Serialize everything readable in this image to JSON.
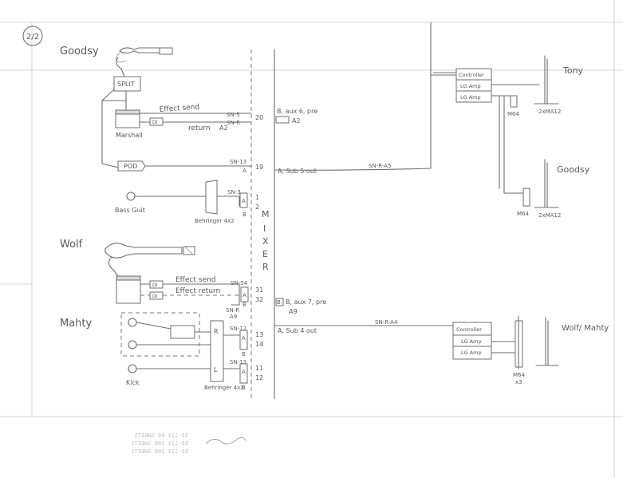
{
  "sheet": {
    "page_mark": "2/2",
    "bleed_through": [
      "55-121 60 SHEETS",
      "55-121 100 SHEETS",
      "55-121 200 SHEETS"
    ]
  },
  "mixer": {
    "letters": [
      "M",
      "I",
      "X",
      "E",
      "R"
    ],
    "channels": [
      {
        "number": "20",
        "snake": "SN-5",
        "snake_line2": "SN-R",
        "note": "A2"
      },
      {
        "number": "19",
        "snake": "SN-13",
        "tag": "A"
      },
      {
        "number": "1",
        "snake": "SN-3",
        "tag": "A"
      },
      {
        "number": "2",
        "tag": "B"
      },
      {
        "number": "31",
        "snake": "SN-S4",
        "tag": "A"
      },
      {
        "number": "32",
        "tag": "B"
      },
      {
        "number": "13",
        "snake": "SN-12",
        "tag": "A"
      },
      {
        "number": "14",
        "tag": "B"
      },
      {
        "number": "11",
        "snake": "SN-13",
        "tag": "A"
      },
      {
        "number": "12",
        "tag": "B"
      }
    ],
    "returns": {
      "sn_r": "SN-R",
      "a9": "A9"
    }
  },
  "musicians": {
    "goodsy": {
      "name": "Goodsy",
      "split": "SPLIT",
      "amp": "Marshall",
      "pod": "POD",
      "di": "DI",
      "effect_send": "Effect send",
      "return": "return",
      "return_tag": "A2",
      "aux_line": "B, aux 6, pre",
      "aux_tag": "A2",
      "sub_out": "A, Sub 5 out",
      "snake_out": "SN-R-A5"
    },
    "bass": {
      "bass_label": "Bass Guit",
      "di_box": "Behringer 4x2"
    },
    "wolf": {
      "name": "Wolf",
      "di": "DI",
      "effect_send": "Effect send",
      "effect_return": "Effect return",
      "aux_line": "B, aux 7, pre",
      "aux_tag": "A9",
      "sub_out": "A, Sub 4 out",
      "snake_out": "SN-R-A4"
    },
    "mahty": {
      "name": "Mahty",
      "kick": "Kick",
      "di_box": "Behringer 4x2",
      "ch_r": "R",
      "ch_l": "L"
    }
  },
  "monitors": {
    "top_rack": {
      "controller": "Controller",
      "amp1": "LG Amp",
      "amp2": "LG Amp",
      "m64": "M64",
      "speaker_label": "2xMA12",
      "person1": "Tony",
      "person2": "Goodsy",
      "m64b": "M64",
      "speaker_label2": "2xMA12"
    },
    "bottom_rack": {
      "controller": "Controller",
      "amp1": "LG Amp",
      "amp2": "LG Amp",
      "m64": "M64",
      "m64_qty": "x3",
      "person": "Wolf/ Mahty"
    }
  }
}
